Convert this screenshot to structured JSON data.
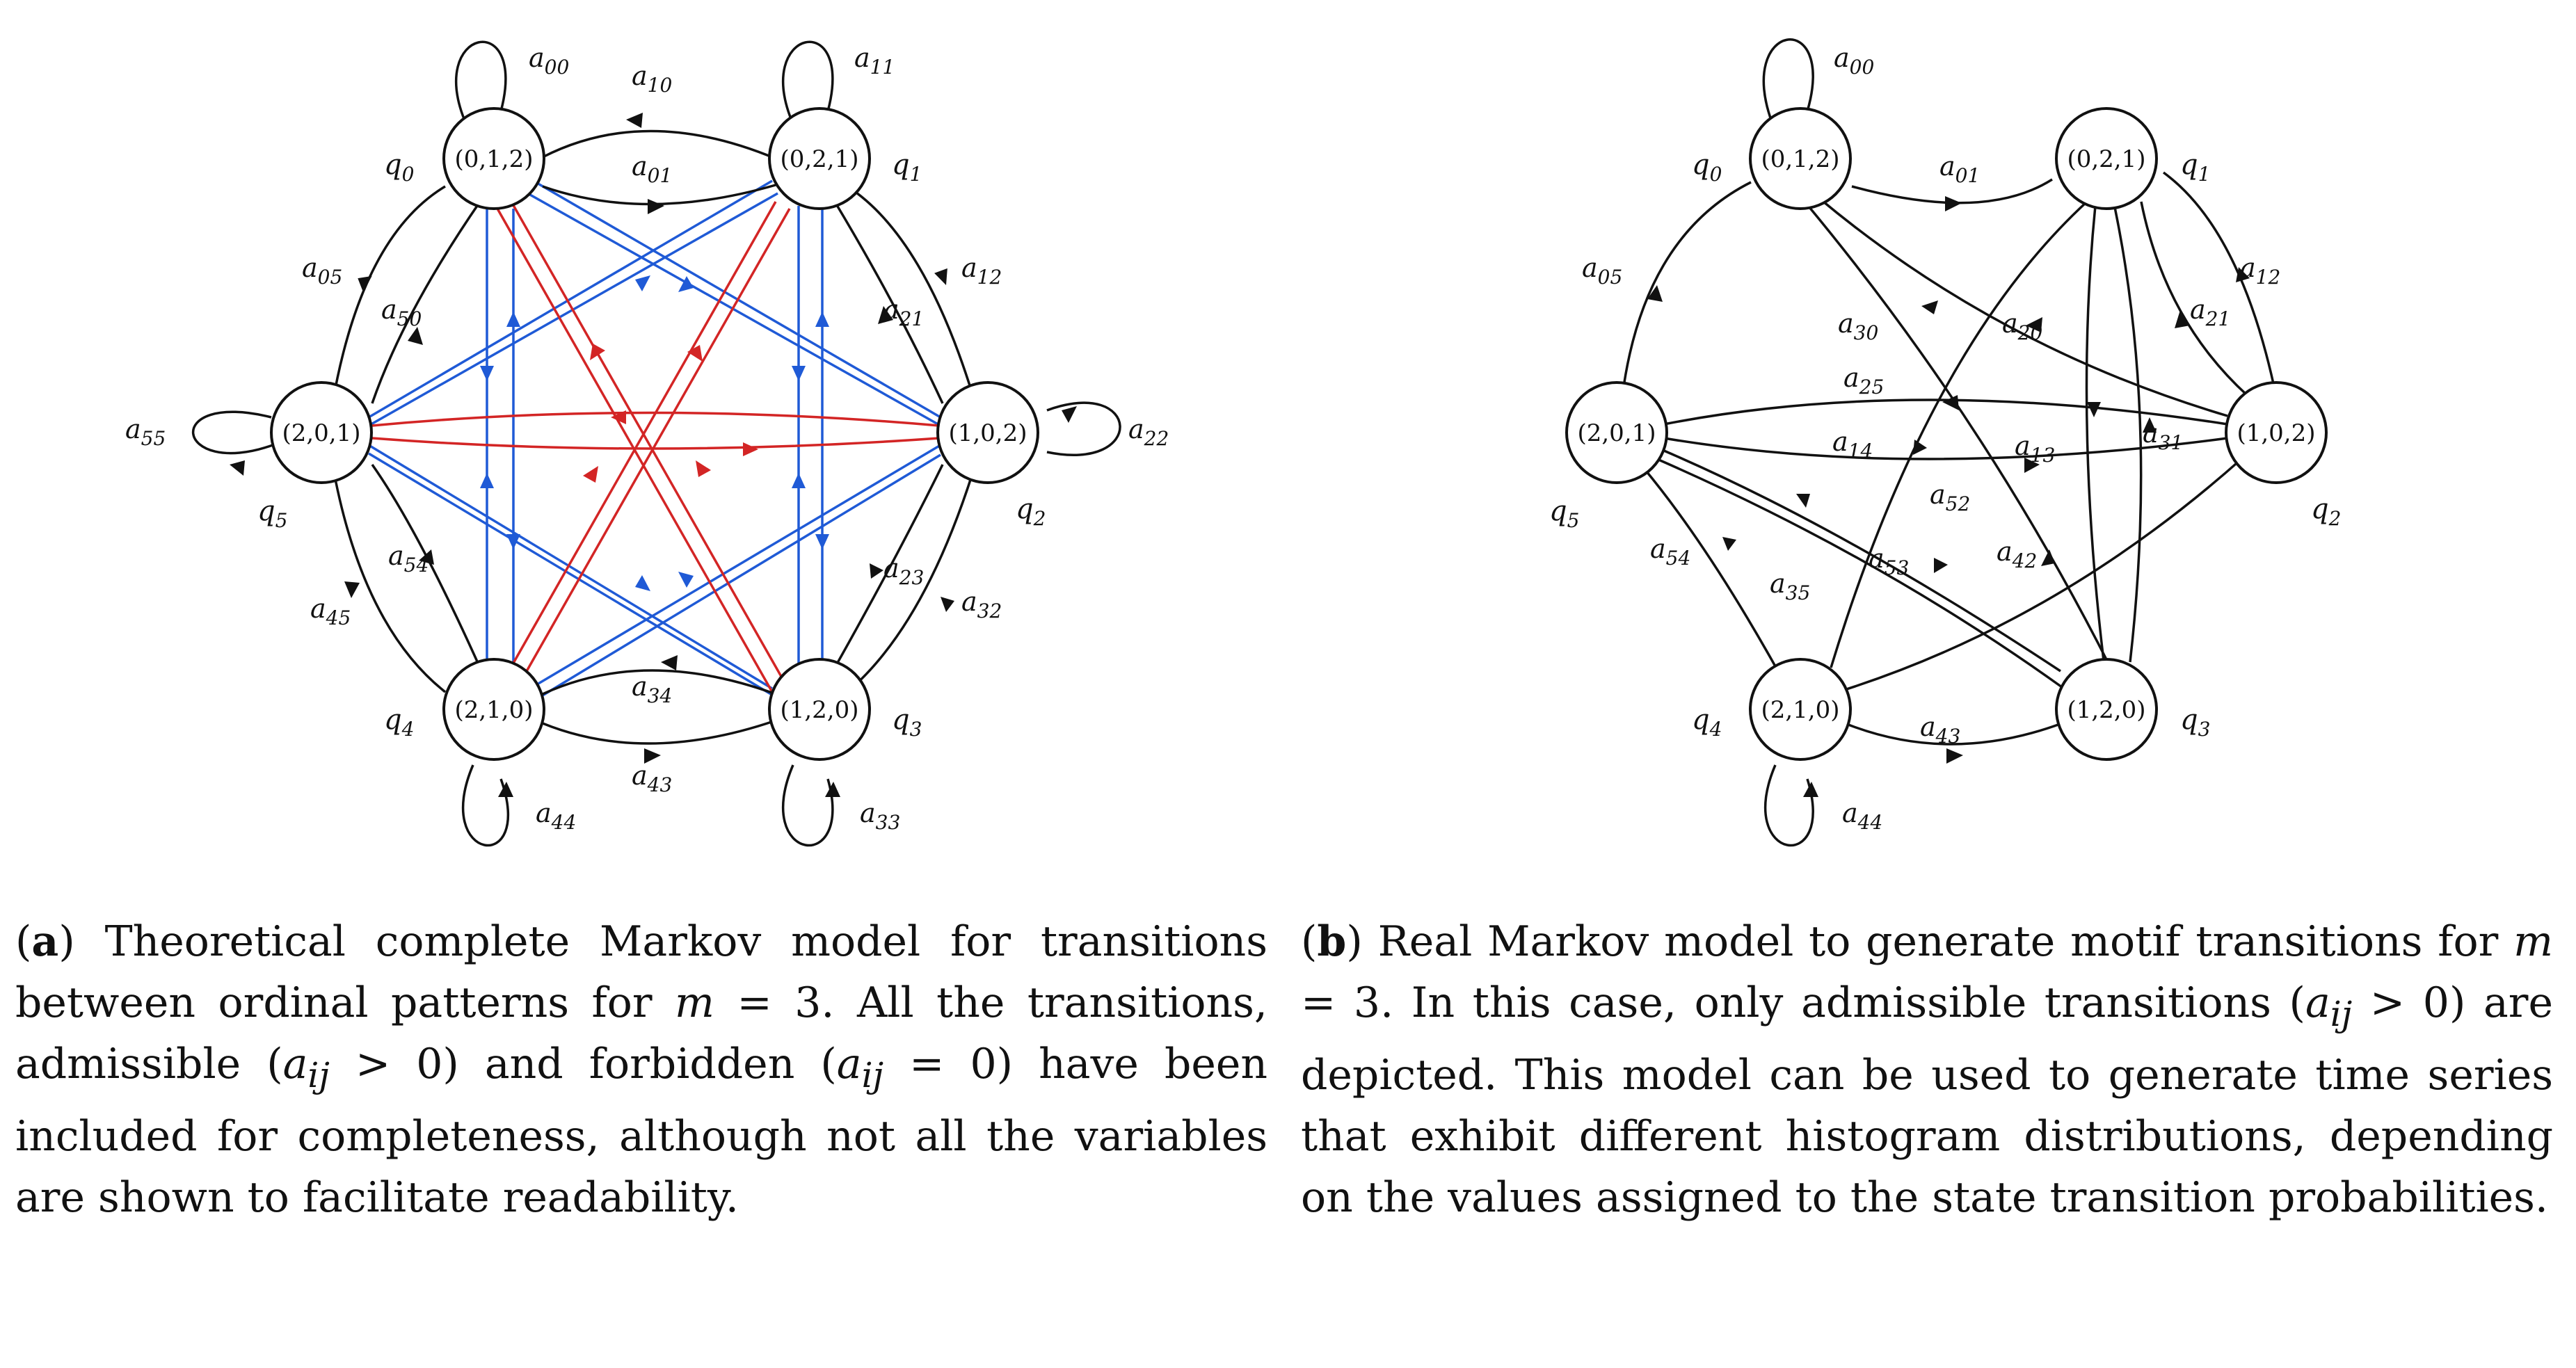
{
  "diagram_a": {
    "states": [
      {
        "id": "q0",
        "label": "(0,1,2)",
        "q": "q",
        "q_sub": "0"
      },
      {
        "id": "q1",
        "label": "(0,2,1)",
        "q": "q",
        "q_sub": "1"
      },
      {
        "id": "q2",
        "label": "(1,0,2)",
        "q": "q",
        "q_sub": "2"
      },
      {
        "id": "q3",
        "label": "(1,2,0)",
        "q": "q",
        "q_sub": "3"
      },
      {
        "id": "q4",
        "label": "(2,1,0)",
        "q": "q",
        "q_sub": "4"
      },
      {
        "id": "q5",
        "label": "(2,0,1)",
        "q": "q",
        "q_sub": "5"
      }
    ],
    "edge_labels": [
      {
        "sym": "a",
        "sub": "00"
      },
      {
        "sym": "a",
        "sub": "11"
      },
      {
        "sym": "a",
        "sub": "10"
      },
      {
        "sym": "a",
        "sub": "01"
      },
      {
        "sym": "a",
        "sub": "05"
      },
      {
        "sym": "a",
        "sub": "50"
      },
      {
        "sym": "a",
        "sub": "12"
      },
      {
        "sym": "a",
        "sub": "21"
      },
      {
        "sym": "a",
        "sub": "55"
      },
      {
        "sym": "a",
        "sub": "22"
      },
      {
        "sym": "a",
        "sub": "54"
      },
      {
        "sym": "a",
        "sub": "45"
      },
      {
        "sym": "a",
        "sub": "23"
      },
      {
        "sym": "a",
        "sub": "32"
      },
      {
        "sym": "a",
        "sub": "34"
      },
      {
        "sym": "a",
        "sub": "43"
      },
      {
        "sym": "a",
        "sub": "44"
      },
      {
        "sym": "a",
        "sub": "33"
      }
    ]
  },
  "diagram_b": {
    "states": [
      {
        "id": "q0",
        "label": "(0,1,2)",
        "q": "q",
        "q_sub": "0"
      },
      {
        "id": "q1",
        "label": "(0,2,1)",
        "q": "q",
        "q_sub": "1"
      },
      {
        "id": "q2",
        "label": "(1,0,2)",
        "q": "q",
        "q_sub": "2"
      },
      {
        "id": "q3",
        "label": "(1,2,0)",
        "q": "q",
        "q_sub": "3"
      },
      {
        "id": "q4",
        "label": "(2,1,0)",
        "q": "q",
        "q_sub": "4"
      },
      {
        "id": "q5",
        "label": "(2,0,1)",
        "q": "q",
        "q_sub": "5"
      }
    ],
    "edge_labels": [
      {
        "sym": "a",
        "sub": "00"
      },
      {
        "sym": "a",
        "sub": "01"
      },
      {
        "sym": "a",
        "sub": "05"
      },
      {
        "sym": "a",
        "sub": "12"
      },
      {
        "sym": "a",
        "sub": "21"
      },
      {
        "sym": "a",
        "sub": "20"
      },
      {
        "sym": "a",
        "sub": "30"
      },
      {
        "sym": "a",
        "sub": "25"
      },
      {
        "sym": "a",
        "sub": "14"
      },
      {
        "sym": "a",
        "sub": "13"
      },
      {
        "sym": "a",
        "sub": "31"
      },
      {
        "sym": "a",
        "sub": "52"
      },
      {
        "sym": "a",
        "sub": "54"
      },
      {
        "sym": "a",
        "sub": "53"
      },
      {
        "sym": "a",
        "sub": "42"
      },
      {
        "sym": "a",
        "sub": "35"
      },
      {
        "sym": "a",
        "sub": "43"
      },
      {
        "sym": "a",
        "sub": "44"
      }
    ]
  },
  "caption_a": {
    "tag": "a",
    "part1": " Theoretical complete Markov model for transitions between ordinal patterns for ",
    "m_var": "m",
    "eq": " = 3. All the transitions, admissible (",
    "aij1": "a",
    "aij1_sub": "ij",
    "gt": " > 0) and forbidden (",
    "aij2": "a",
    "aij2_sub": "ij",
    "eq0": " = 0) have been included for completeness, although not all the variables are shown to facilitate readability."
  },
  "caption_b": {
    "tag": "b",
    "part1": " Real Markov model to generate motif transitions for ",
    "m_var": "m",
    "eq": " = 3. In this case, only admissible transitions (",
    "aij": "a",
    "aij_sub": "ij",
    "rest": " > 0) are depicted. This model can be used to generate time series that exhibit different histogram distributions, depending on the values assigned to the state transition probabilities."
  },
  "colors": {
    "admissible": "#111111",
    "forbidden_red": "#d32525",
    "forbidden_blue": "#1f5ad6"
  }
}
